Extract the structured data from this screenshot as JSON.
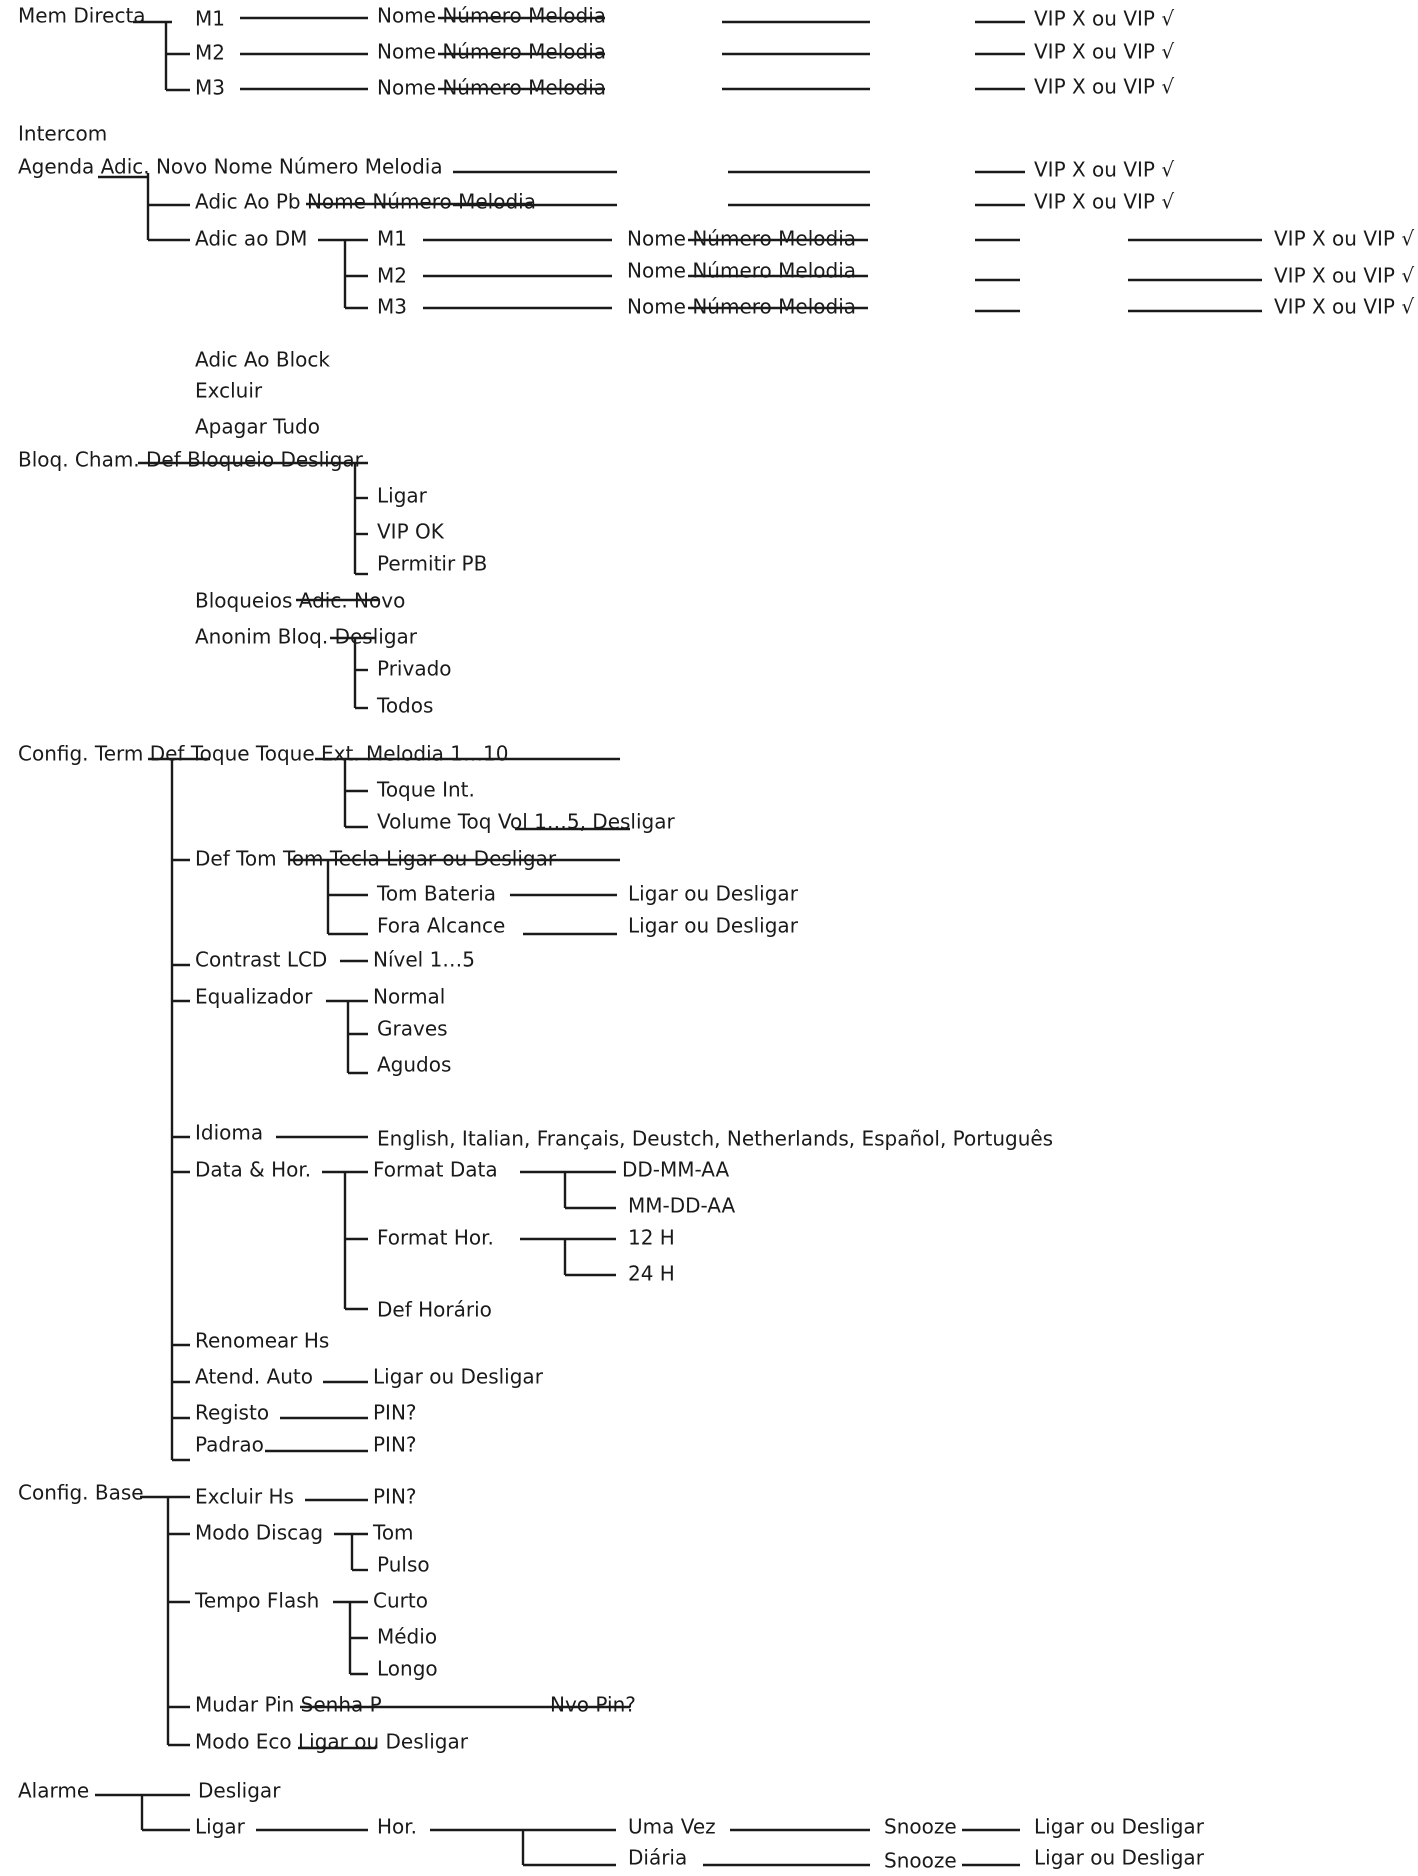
{
  "mem_directa": {
    "label": "Mem Directa",
    "rows": [
      {
        "slot": "M1",
        "fields": "Nome Número Melodia",
        "vip": "VIP X ou VIP √"
      },
      {
        "slot": "M2",
        "fields": "Nome Número Melodia",
        "vip": "VIP X ou VIP √"
      },
      {
        "slot": "M3",
        "fields": "Nome Número Melodia",
        "vip": "VIP X ou VIP √"
      }
    ]
  },
  "intercom": "Intercom",
  "agenda": {
    "label": "Agenda Adic. Novo Nome Número Melodia",
    "vip": "VIP X ou VIP √",
    "adic_pb": "Adic Ao Pb Nome Número Melodia",
    "adic_pb_vip": "VIP X ou VIP √",
    "adic_dm": "Adic ao DM",
    "dm_rows": [
      {
        "slot": "M1",
        "fields": "Nome Número Melodia",
        "vip": "VIP X ou VIP √"
      },
      {
        "slot": "M2",
        "fields": "Nome Número Melodia",
        "vip": "VIP X ou VIP √"
      },
      {
        "slot": "M3",
        "fields": "Nome Número Melodia",
        "vip": "VIP X ou VIP √"
      }
    ],
    "adic_block": "Adic Ao Block",
    "excluir": "Excluir",
    "apagar_tudo": "Apagar Tudo"
  },
  "bloq": {
    "label": "Bloq. Cham. Def Bloqueio Desligar",
    "ligar": "Ligar",
    "vip_ok": "VIP OK",
    "permitir_pb": "Permitir PB",
    "bloqueios": "Bloqueios Adic. Novo",
    "anonim": "Anonim Bloq. Desligar",
    "privado": "Privado",
    "todos": "Todos"
  },
  "config_term": {
    "label": "Config. Term Def Toque Toque Ext. Melodia 1…10",
    "toque_int": "Toque Int.",
    "volume": "Volume Toq Vol 1…5, Desligar",
    "def_tom": "Def Tom Tom Tecla Ligar ou Desligar",
    "tom_bateria": "Tom Bateria",
    "tom_bateria_val": "Ligar ou Desligar",
    "fora_alcance": "Fora Alcance",
    "fora_alcance_val": "Ligar ou Desligar",
    "contrast": "Contrast LCD",
    "nivel": "Nível 1…5",
    "equalizador": "Equalizador",
    "normal": "Normal",
    "graves": "Graves",
    "agudos": "Agudos",
    "idioma": "Idioma",
    "idioma_val": "English, Italian, Français, Deustch, Netherlands, Español, Português",
    "data_hor": "Data & Hor.",
    "format_data": "Format Data",
    "dd_mm": "DD-MM-AA",
    "mm_dd": "MM-DD-AA",
    "format_hor": "Format Hor.",
    "h12": "12 H",
    "h24": "24 H",
    "def_horario": "Def Horário",
    "renomear": "Renomear Hs",
    "atend": "Atend. Auto",
    "atend_val": "Ligar ou Desligar",
    "registo": "Registo",
    "registo_val": "PIN?",
    "padrao": "Padrao",
    "padrao_val": "PIN?"
  },
  "config_base": {
    "label": "Config. Base",
    "excluir_hs": "Excluir Hs",
    "excluir_hs_val": "PIN?",
    "modo_discag": "Modo Discag",
    "tom": "Tom",
    "pulso": "Pulso",
    "tempo_flash": "Tempo Flash",
    "curto": "Curto",
    "medio": "Médio",
    "longo": "Longo",
    "mudar_pin": "Mudar Pin Senha P",
    "nvo_pin": "Nvo Pin?",
    "modo_eco": "Modo Eco Ligar ou Desligar"
  },
  "alarme": {
    "label": "Alarme",
    "desligar": "Desligar",
    "ligar": "Ligar",
    "hor": "Hor.",
    "uma_vez": "Uma Vez",
    "diaria": "Diária",
    "snooze1": "Snooze",
    "snooze2": "Snooze",
    "snooze1_val": "Ligar ou Desligar",
    "snooze2_val": "Ligar ou Desligar"
  }
}
